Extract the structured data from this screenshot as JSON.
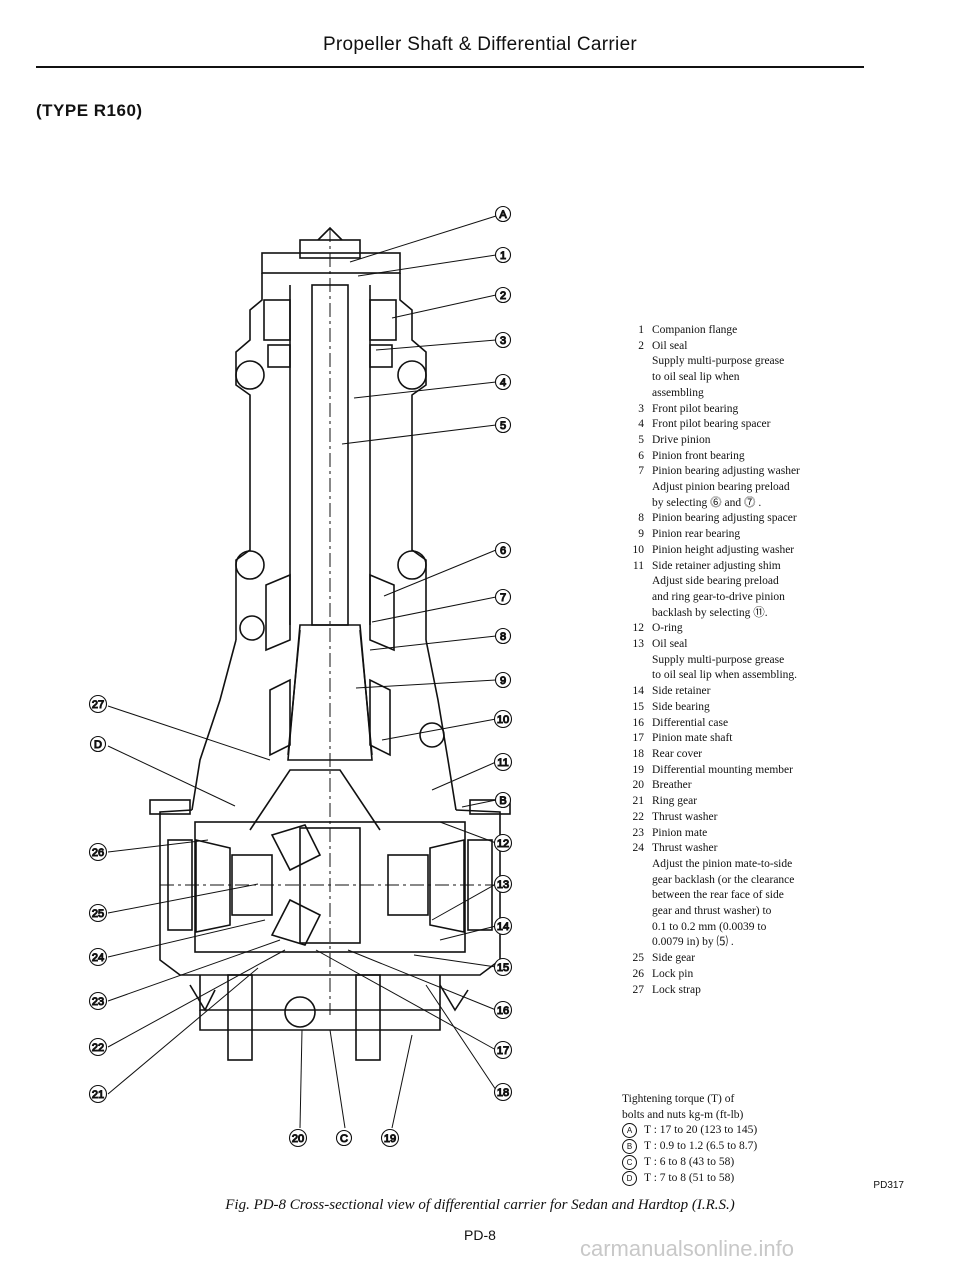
{
  "header": {
    "title": "Propeller Shaft & Differential Carrier"
  },
  "section": {
    "type_label": "(TYPE R160)"
  },
  "diagram": {
    "callouts_right": [
      "A",
      "1",
      "2",
      "3",
      "4",
      "5",
      "6",
      "7",
      "8",
      "9",
      "10",
      "11",
      "B",
      "12",
      "13",
      "14",
      "15",
      "16",
      "17",
      "18"
    ],
    "callouts_left": [
      "27",
      "D",
      "26",
      "25",
      "24",
      "23",
      "22",
      "21"
    ],
    "callouts_bottom": [
      "20",
      "C",
      "19"
    ]
  },
  "legend": {
    "items": [
      {
        "num": "1",
        "text": "Companion flange"
      },
      {
        "num": "2",
        "text": "Oil seal"
      },
      {
        "num": "",
        "text": "Supply multi-purpose grease"
      },
      {
        "num": "",
        "text": "to oil seal lip when"
      },
      {
        "num": "",
        "text": "assembling"
      },
      {
        "num": "3",
        "text": "Front pilot bearing"
      },
      {
        "num": "4",
        "text": "Front pilot bearing spacer"
      },
      {
        "num": "5",
        "text": "Drive pinion"
      },
      {
        "num": "6",
        "text": "Pinion front bearing"
      },
      {
        "num": "7",
        "text": "Pinion bearing adjusting washer"
      },
      {
        "num": "",
        "text": "Adjust pinion bearing preload"
      },
      {
        "num": "",
        "text": "by selecting ⓺ and ⓻ ."
      },
      {
        "num": "8",
        "text": "Pinion bearing adjusting spacer"
      },
      {
        "num": "9",
        "text": "Pinion rear bearing"
      },
      {
        "num": "10",
        "text": "Pinion height adjusting washer"
      },
      {
        "num": "11",
        "text": "Side retainer adjusting shim"
      },
      {
        "num": "",
        "text": "Adjust side bearing preload"
      },
      {
        "num": "",
        "text": "and ring gear-to-drive pinion"
      },
      {
        "num": "",
        "text": "backlash by selecting ⑪."
      },
      {
        "num": "12",
        "text": "O-ring"
      },
      {
        "num": "13",
        "text": "Oil seal"
      },
      {
        "num": "",
        "text": "Supply multi-purpose grease"
      },
      {
        "num": "",
        "text": "to oil seal lip when assembling."
      },
      {
        "num": "14",
        "text": "Side retainer"
      },
      {
        "num": "15",
        "text": "Side bearing"
      },
      {
        "num": "16",
        "text": "Differential case"
      },
      {
        "num": "17",
        "text": "Pinion mate shaft"
      },
      {
        "num": "18",
        "text": "Rear cover"
      },
      {
        "num": "19",
        "text": "Differential mounting member"
      },
      {
        "num": "20",
        "text": "Breather"
      },
      {
        "num": "21",
        "text": "Ring gear"
      },
      {
        "num": "22",
        "text": "Thrust washer"
      },
      {
        "num": "23",
        "text": "Pinion mate"
      },
      {
        "num": "24",
        "text": "Thrust washer"
      },
      {
        "num": "",
        "text": "Adjust the pinion mate-to-side"
      },
      {
        "num": "",
        "text": "gear backlash (or the clearance"
      },
      {
        "num": "",
        "text": "between the rear face of side"
      },
      {
        "num": "",
        "text": "gear and thrust washer) to"
      },
      {
        "num": "",
        "text": "0.1 to 0.2 mm (0.0039 to"
      },
      {
        "num": "",
        "text": "0.0079 in) by ⑸ ."
      },
      {
        "num": "25",
        "text": "Side gear"
      },
      {
        "num": "26",
        "text": "Lock pin"
      },
      {
        "num": "27",
        "text": "Lock strap"
      }
    ]
  },
  "torque": {
    "title": "Tightening torque (T) of",
    "subtitle": "bolts and nuts  kg-m (ft-lb)",
    "items": [
      {
        "key": "A",
        "text": "T : 17 to 20 (123 to 145)"
      },
      {
        "key": "B",
        "text": "T : 0.9 to 1.2 (6.5 to 8.7)"
      },
      {
        "key": "C",
        "text": "T : 6 to 8 (43 to 58)"
      },
      {
        "key": "D",
        "text": "T : 7 to 8 (51 to 58)"
      }
    ]
  },
  "figure": {
    "code": "PD317",
    "caption": "Fig. PD-8 Cross-sectional view of differential carrier for Sedan and Hardtop (I.R.S.)"
  },
  "page": {
    "number": "PD-8"
  },
  "watermark": {
    "text": "carmanualsonline.info"
  }
}
